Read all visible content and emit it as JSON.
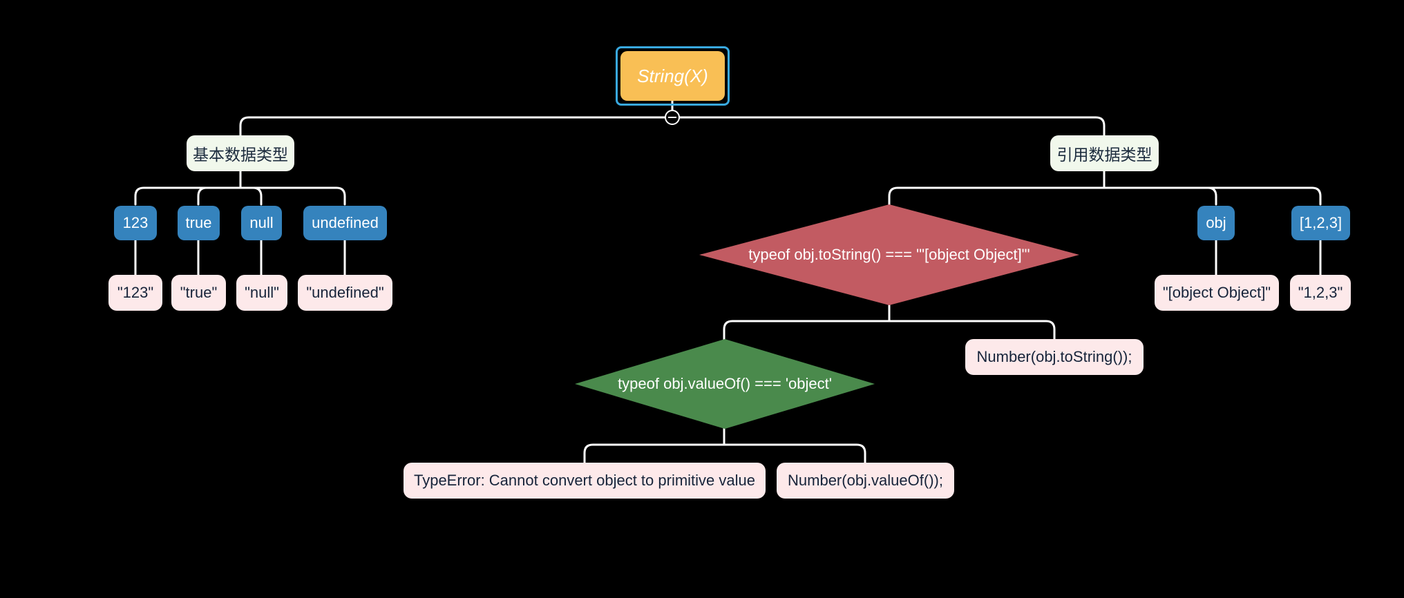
{
  "root": {
    "label": "String(X)"
  },
  "primitive": {
    "label": "基本数据类型",
    "items": [
      {
        "value": "123",
        "result": "\"123\""
      },
      {
        "value": "true",
        "result": "\"true\""
      },
      {
        "value": "null",
        "result": "\"null\""
      },
      {
        "value": "undefined",
        "result": "\"undefined\""
      }
    ]
  },
  "reference": {
    "label": "引用数据类型",
    "decision1": {
      "label": "typeof obj.toString() === '\"[object Object]\"'",
      "color": "#c25b62",
      "no_result": "Number(obj.toString());"
    },
    "decision2": {
      "label": "typeof obj.valueOf() === 'object'",
      "color": "#4a8a4c",
      "yes_result": "TypeError: Cannot convert object to primitive value",
      "no_result": "Number(obj.valueOf());"
    },
    "items": [
      {
        "value": "obj",
        "result": "\"[object Object]\""
      },
      {
        "value": "[1,2,3]",
        "result": "\"1,2,3\""
      }
    ]
  },
  "colors": {
    "root": "#f9bf55",
    "selection_border": "#39a9e0",
    "category": "#f1f8ec",
    "value": "#3583bd",
    "result": "#fde9ea",
    "line": "#ffffff"
  }
}
